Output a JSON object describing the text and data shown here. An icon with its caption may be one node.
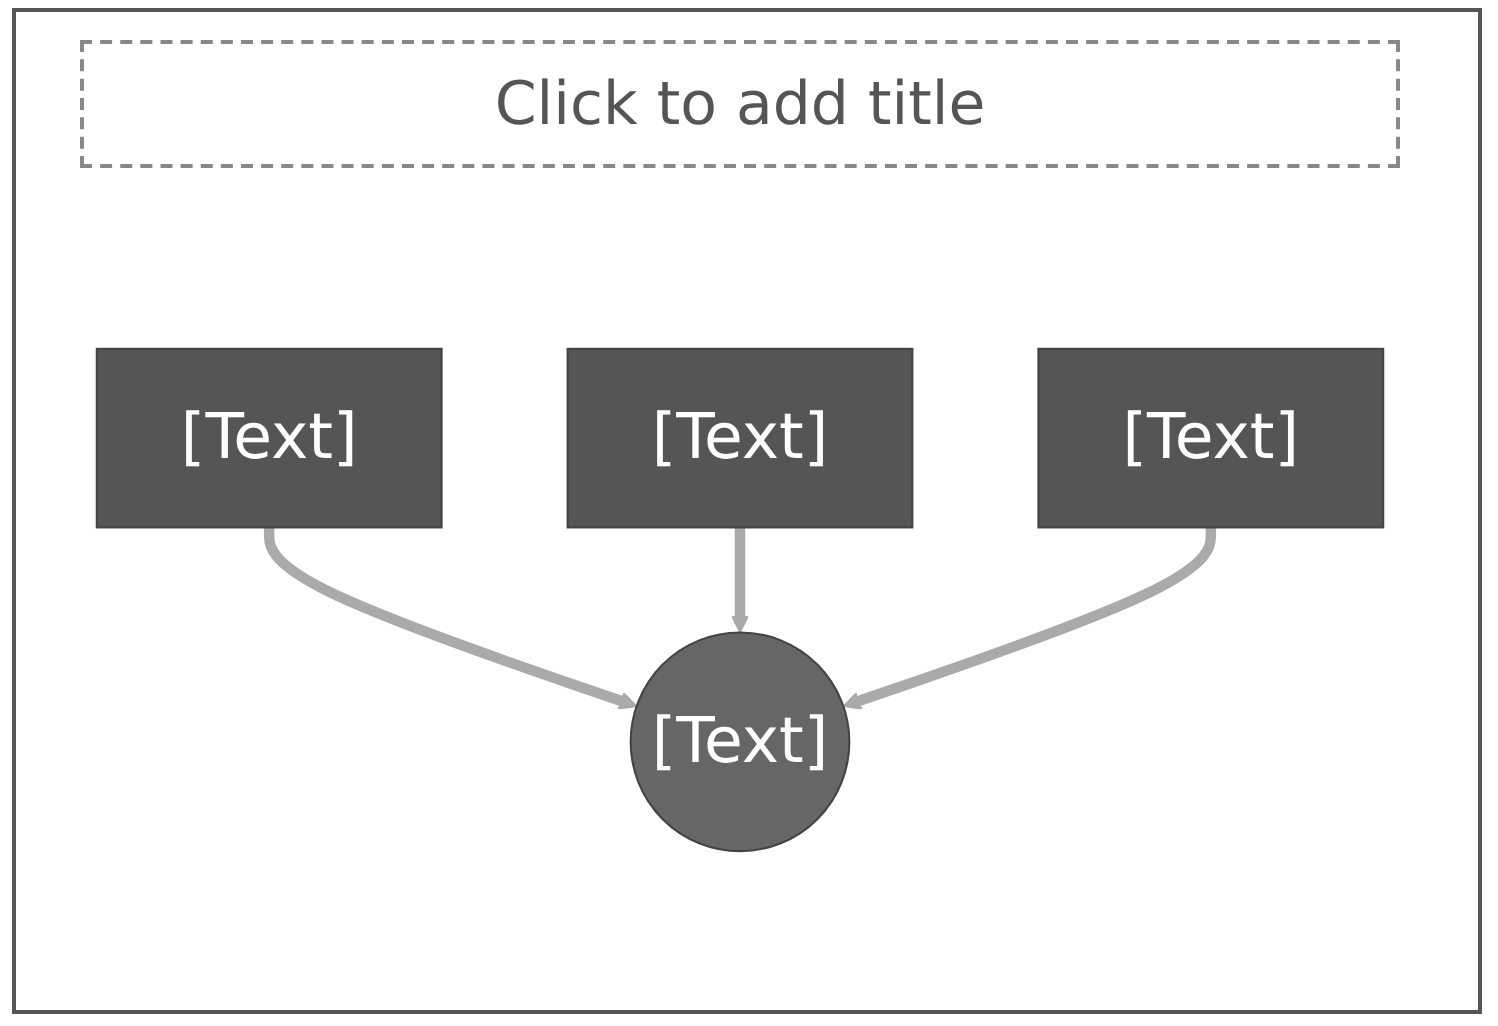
{
  "diagram": {
    "title": "Click to add title",
    "nodes": [
      {
        "text": [
          "[Text]"
        ]
      },
      {
        "text": [
          "[Text]"
        ]
      },
      {
        "text": [
          "[Text]"
        ]
      },
      {
        "text": [
          "[Text]"
        ]
      }
    ],
    "edges": [
      {
        "from": 0,
        "to": 3,
        "arrow": "to"
      },
      {
        "from": 1,
        "to": 3,
        "arrow": "to"
      },
      {
        "from": 2,
        "to": 3,
        "arrow": "to"
      }
    ]
  }
}
